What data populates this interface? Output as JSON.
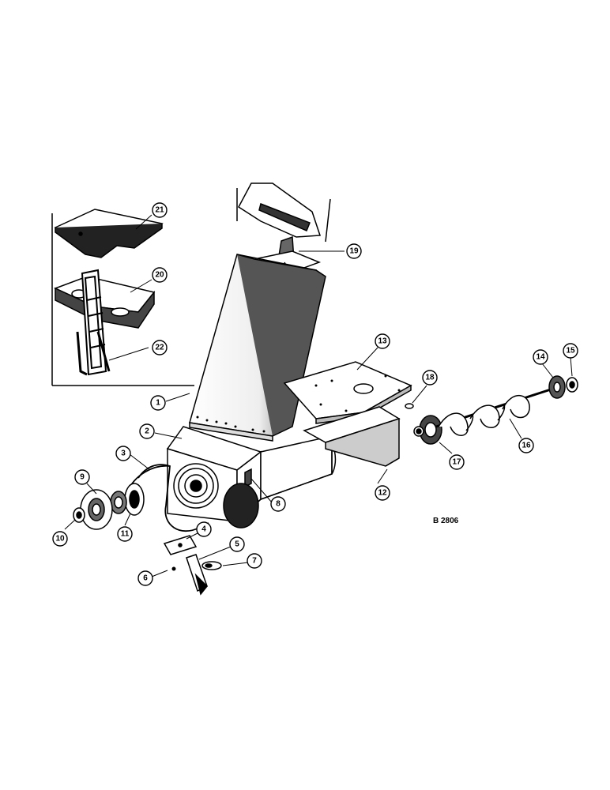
{
  "drawing_ref": "B 2806",
  "callouts": [
    {
      "id": "1",
      "label": "1"
    },
    {
      "id": "2",
      "label": "2"
    },
    {
      "id": "3",
      "label": "3"
    },
    {
      "id": "4",
      "label": "4"
    },
    {
      "id": "5",
      "label": "5"
    },
    {
      "id": "6",
      "label": "6"
    },
    {
      "id": "7",
      "label": "7"
    },
    {
      "id": "8",
      "label": "8"
    },
    {
      "id": "9",
      "label": "9"
    },
    {
      "id": "10",
      "label": "10"
    },
    {
      "id": "11",
      "label": "11"
    },
    {
      "id": "12",
      "label": "12"
    },
    {
      "id": "13",
      "label": "13"
    },
    {
      "id": "14",
      "label": "14"
    },
    {
      "id": "15",
      "label": "15"
    },
    {
      "id": "16",
      "label": "16"
    },
    {
      "id": "17",
      "label": "17"
    },
    {
      "id": "18",
      "label": "18"
    },
    {
      "id": "19",
      "label": "19"
    },
    {
      "id": "20",
      "label": "20"
    },
    {
      "id": "21",
      "label": "21"
    },
    {
      "id": "22",
      "label": "22"
    }
  ],
  "colors": {
    "ink": "#000000",
    "paper": "#ffffff",
    "shade": "#333333"
  }
}
